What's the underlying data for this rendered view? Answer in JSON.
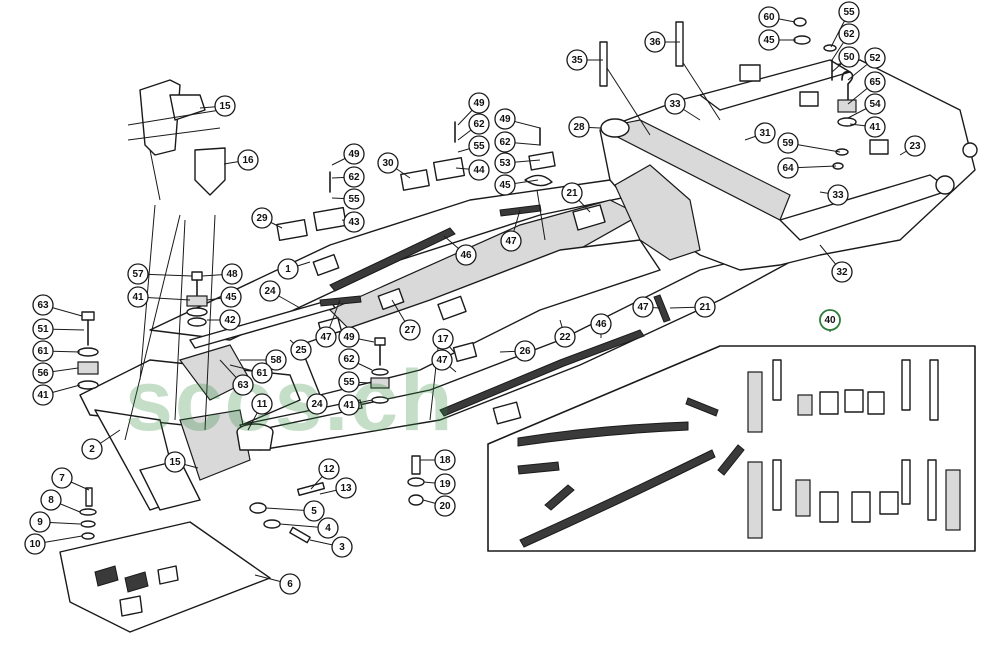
{
  "watermark": "sccs.ch",
  "accent_color": "#2f7d3a",
  "callouts": [
    {
      "id": "c15a",
      "label": "15"
    },
    {
      "id": "c16",
      "label": "16"
    },
    {
      "id": "c30",
      "label": "30"
    },
    {
      "id": "c49a",
      "label": "49"
    },
    {
      "id": "c62a",
      "label": "62"
    },
    {
      "id": "c55a",
      "label": "55"
    },
    {
      "id": "c43",
      "label": "43"
    },
    {
      "id": "c29",
      "label": "29"
    },
    {
      "id": "c49b",
      "label": "49"
    },
    {
      "id": "c62b",
      "label": "62"
    },
    {
      "id": "c55b",
      "label": "55"
    },
    {
      "id": "c44",
      "label": "44"
    },
    {
      "id": "c49c",
      "label": "49"
    },
    {
      "id": "c62c",
      "label": "62"
    },
    {
      "id": "c53",
      "label": "53"
    },
    {
      "id": "c45a",
      "label": "45"
    },
    {
      "id": "c21a",
      "label": "21"
    },
    {
      "id": "c35",
      "label": "35"
    },
    {
      "id": "c36",
      "label": "36"
    },
    {
      "id": "c28",
      "label": "28"
    },
    {
      "id": "c33a",
      "label": "33"
    },
    {
      "id": "c31",
      "label": "31"
    },
    {
      "id": "c60",
      "label": "60"
    },
    {
      "id": "c45b",
      "label": "45"
    },
    {
      "id": "c55c",
      "label": "55"
    },
    {
      "id": "c62d",
      "label": "62"
    },
    {
      "id": "c50",
      "label": "50"
    },
    {
      "id": "c52",
      "label": "52"
    },
    {
      "id": "c65",
      "label": "65"
    },
    {
      "id": "c54",
      "label": "54"
    },
    {
      "id": "c41a",
      "label": "41"
    },
    {
      "id": "c59",
      "label": "59"
    },
    {
      "id": "c64",
      "label": "64"
    },
    {
      "id": "c23",
      "label": "23"
    },
    {
      "id": "c33b",
      "label": "33"
    },
    {
      "id": "c32",
      "label": "32"
    },
    {
      "id": "c47a",
      "label": "47"
    },
    {
      "id": "c46a",
      "label": "46"
    },
    {
      "id": "c1",
      "label": "1"
    },
    {
      "id": "c24a",
      "label": "24"
    },
    {
      "id": "c57",
      "label": "57"
    },
    {
      "id": "c48",
      "label": "48"
    },
    {
      "id": "c41b",
      "label": "41"
    },
    {
      "id": "c45c",
      "label": "45"
    },
    {
      "id": "c42",
      "label": "42"
    },
    {
      "id": "c63a",
      "label": "63"
    },
    {
      "id": "c51",
      "label": "51"
    },
    {
      "id": "c61a",
      "label": "61"
    },
    {
      "id": "c56",
      "label": "56"
    },
    {
      "id": "c41c",
      "label": "41"
    },
    {
      "id": "c47b",
      "label": "47"
    },
    {
      "id": "c27",
      "label": "27"
    },
    {
      "id": "c49d",
      "label": "49"
    },
    {
      "id": "c62e",
      "label": "62"
    },
    {
      "id": "c55d",
      "label": "55"
    },
    {
      "id": "c41d",
      "label": "41"
    },
    {
      "id": "c25",
      "label": "25"
    },
    {
      "id": "c58",
      "label": "58"
    },
    {
      "id": "c61b",
      "label": "61"
    },
    {
      "id": "c63b",
      "label": "63"
    },
    {
      "id": "c11",
      "label": "11"
    },
    {
      "id": "c24b",
      "label": "24"
    },
    {
      "id": "c17",
      "label": "17"
    },
    {
      "id": "c47c",
      "label": "47"
    },
    {
      "id": "c26",
      "label": "26"
    },
    {
      "id": "c22",
      "label": "22"
    },
    {
      "id": "c46b",
      "label": "46"
    },
    {
      "id": "c47d",
      "label": "47"
    },
    {
      "id": "c21b",
      "label": "21"
    },
    {
      "id": "c40",
      "label": "40"
    },
    {
      "id": "c2",
      "label": "2"
    },
    {
      "id": "c15b",
      "label": "15"
    },
    {
      "id": "c7",
      "label": "7"
    },
    {
      "id": "c8",
      "label": "8"
    },
    {
      "id": "c9",
      "label": "9"
    },
    {
      "id": "c10",
      "label": "10"
    },
    {
      "id": "c12",
      "label": "12"
    },
    {
      "id": "c13",
      "label": "13"
    },
    {
      "id": "c5",
      "label": "5"
    },
    {
      "id": "c4",
      "label": "4"
    },
    {
      "id": "c3",
      "label": "3"
    },
    {
      "id": "c6",
      "label": "6"
    },
    {
      "id": "c18",
      "label": "18"
    },
    {
      "id": "c19",
      "label": "19"
    },
    {
      "id": "c20",
      "label": "20"
    }
  ]
}
